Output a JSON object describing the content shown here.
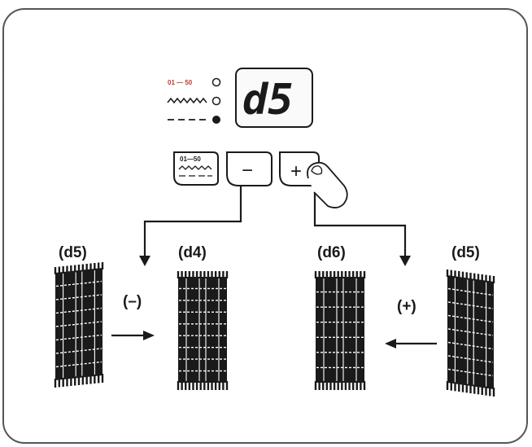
{
  "diagram": {
    "display": {
      "value": "d5",
      "range_label": "01 — 50",
      "indicators": [
        {
          "icon": "range-text",
          "state": "off"
        },
        {
          "icon": "zigzag-stitch-icon",
          "state": "off"
        },
        {
          "icon": "straight-stitch-icon",
          "state": "on"
        }
      ]
    },
    "buttons": {
      "mode_range_label": "01—50",
      "minus_label": "−",
      "plus_label": "+"
    },
    "samples": {
      "left_original_label": "(d5)",
      "minus_result_label": "(d4)",
      "plus_result_label": "(d6)",
      "right_original_label": "(d5)",
      "minus_sign": "(–)",
      "plus_sign": "(+)"
    },
    "colors": {
      "stroke": "#1a1a1a",
      "range_red": "#c0392b",
      "frame": "#555555"
    }
  }
}
